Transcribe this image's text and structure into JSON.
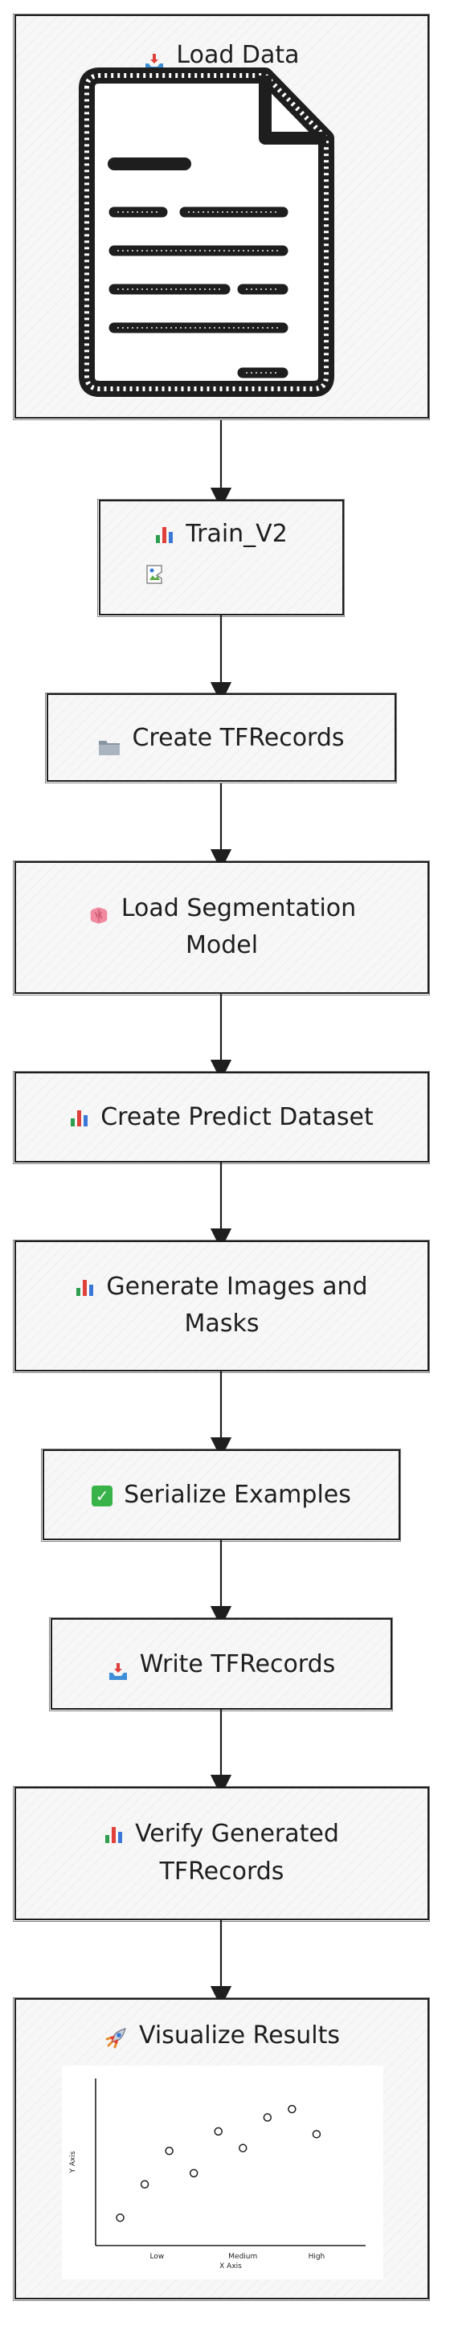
{
  "nodes": {
    "load_data": "Load Data",
    "train_v2": "Train_V2",
    "create_tfrecords": "Create TFRecords",
    "load_segmentation_model": [
      "Load Segmentation",
      "Model"
    ],
    "create_predict_dataset": "Create Predict Dataset",
    "generate_images_masks": [
      "Generate Images and",
      "Masks"
    ],
    "serialize_examples": "Serialize Examples",
    "write_tfrecords": "Write TFRecords",
    "verify_generated_tfrecords": [
      "Verify Generated",
      "TFRecords"
    ],
    "visualize_results": "Visualize Results"
  },
  "icons": {
    "load_data": "inbox-tray-icon",
    "train_v2": "bar-chart-icon",
    "create_tfrecords": "folder-icon",
    "load_segmentation_model": "brain-icon",
    "create_predict_dataset": "bar-chart-icon",
    "generate_images_masks": "bar-chart-icon",
    "serialize_examples": "check-mark-icon",
    "write_tfrecords": "inbox-tray-icon",
    "verify_generated_tfrecords": "bar-chart-icon",
    "visualize_results": "rocket-icon"
  },
  "colors": {
    "stroke": "#1e1e1e",
    "fill": "#f7f7f7",
    "check_green": "#37b34a",
    "bar_green": "#2e9e4f",
    "bar_red": "#e0403a",
    "bar_blue": "#3a78d8",
    "tray_blue": "#3e8ed8",
    "tray_red": "#e0403a",
    "brain_pink": "#f08aa0"
  },
  "chart_data": {
    "type": "scatter",
    "categories": [
      "Low",
      "Medium",
      "High"
    ],
    "xlabel": "X Axis",
    "ylabel": "Y Axis",
    "x": [
      0.2,
      0.4,
      0.6,
      0.8,
      1.0,
      1.2,
      1.4,
      1.6,
      1.8
    ],
    "y": [
      1.0,
      2.2,
      3.4,
      2.6,
      4.1,
      3.5,
      4.6,
      4.9,
      4.0
    ],
    "xlim": [
      0,
      2.2
    ],
    "ylim": [
      0,
      6
    ],
    "grid": false
  }
}
